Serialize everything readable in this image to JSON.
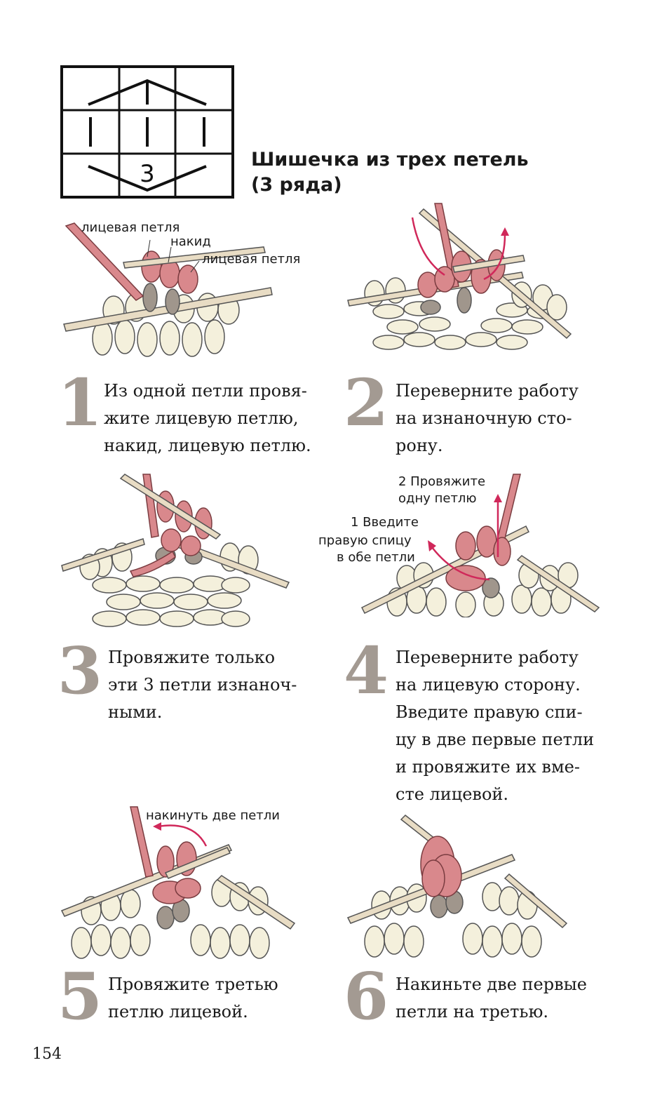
{
  "title": {
    "line1": "Шишечка из трех петель",
    "line2": "(3 ряда)"
  },
  "symbol": {
    "number": "3"
  },
  "colors": {
    "yarn_cream": "#f4f0dc",
    "yarn_pink": "#d9888c",
    "yarn_taupe": "#a0968c",
    "needle": "#e8dcc4",
    "arrow": "#d0285a",
    "step_number": "#a39a92"
  },
  "labels": {
    "step1": {
      "a": "лицевая петля",
      "b": "накид",
      "c": "лицевая петля"
    },
    "step4": {
      "a1": "2 Провяжите",
      "a2": "одну петлю",
      "b1": "1 Введите",
      "b2": "правую спицу",
      "b3": "в обе петли"
    },
    "step5": {
      "a": "накинуть две петли"
    }
  },
  "steps": [
    {
      "number": "1",
      "lines": [
        "Из одной петли провя-",
        "жите лицевую петлю,",
        "накид, лицевую петлю."
      ]
    },
    {
      "number": "2",
      "lines": [
        "Переверните работу",
        "на изнаночную сто-",
        "рону."
      ]
    },
    {
      "number": "3",
      "lines": [
        "Провяжите только",
        "эти 3 петли изнаноч-",
        "ными."
      ]
    },
    {
      "number": "4",
      "lines": [
        "Переверните работу",
        "на лицевую сторону.",
        "Введите правую спи-",
        "цу в две первые петли",
        "и провяжите их вме-",
        "сте лицевой."
      ]
    },
    {
      "number": "5",
      "lines": [
        "Провяжите третью",
        "петлю лицевой."
      ]
    },
    {
      "number": "6",
      "lines": [
        "Накиньте две первые",
        "петли на третью."
      ]
    }
  ],
  "page_number": "154"
}
